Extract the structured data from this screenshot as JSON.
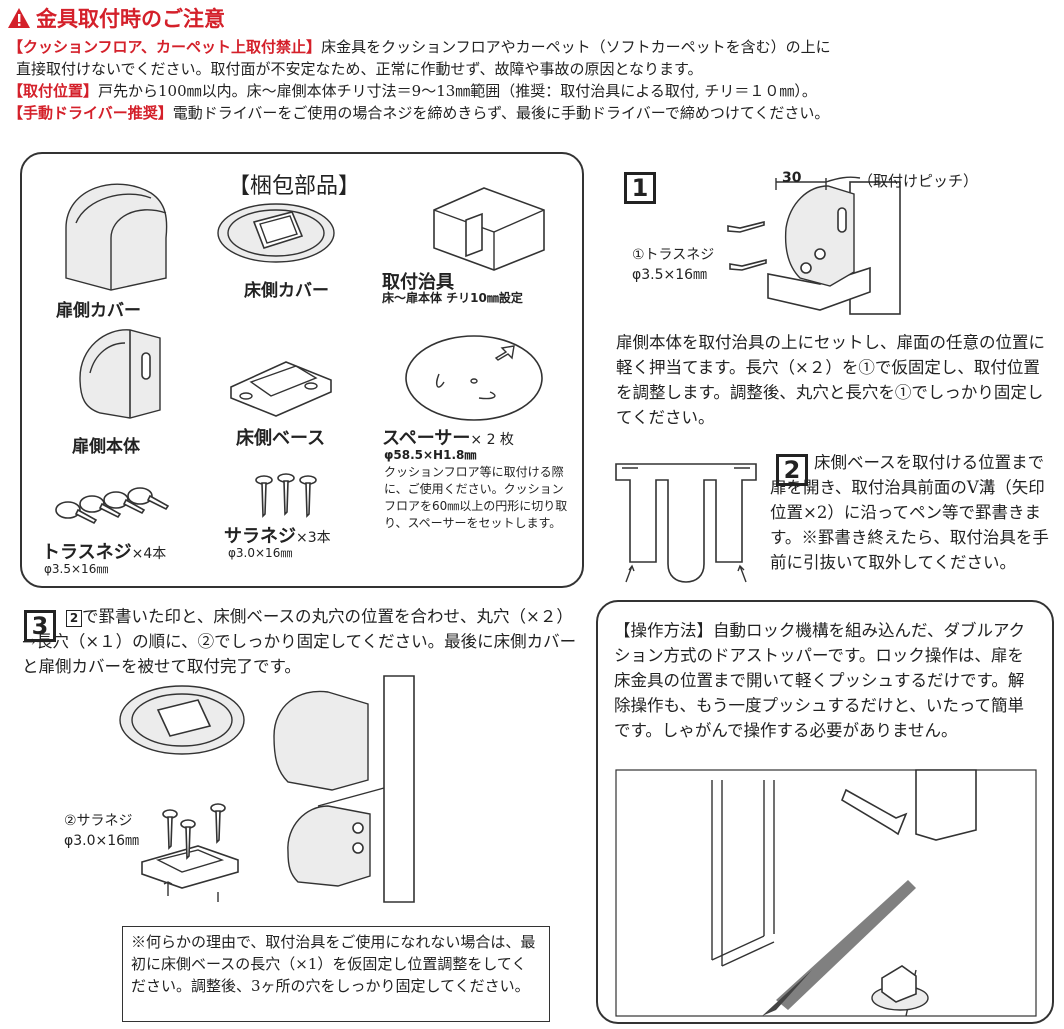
{
  "header": {
    "title": "金具取付時のご注意",
    "notices": [
      {
        "tag": "【クッションフロア、カーペット上取付禁止】",
        "text": "床金具をクッションフロアやカーペット（ソフトカーペットを含む）の上に"
      },
      {
        "tag": "",
        "text": "直接取付けないでください。取付面が不安定なため、正常に作動せず、故障や事故の原因となります。"
      },
      {
        "tag": "【取付位置】",
        "text": "戸先から100㎜以内。床～扉側本体チリ寸法＝9～13㎜範囲（推奨：取付治具による取付, チリ＝１０㎜）。"
      },
      {
        "tag": "【手動ドライバー推奨】",
        "text": "電動ドライバーをご使用の場合ネジを締めきらず、最後に手動ドライバーで締めつけてください。"
      }
    ]
  },
  "parts": {
    "heading": "【梱包部品】",
    "door_cover": "扉側カバー",
    "floor_cover": "床側カバー",
    "jig": "取付治具",
    "jig_note": "床～扉本体 チリ10㎜設定",
    "door_body": "扉側本体",
    "floor_base": "床側ベース",
    "spacer": "スペーサー",
    "spacer_qty": "× 2 枚",
    "spacer_size": "φ58.5×H1.8㎜",
    "spacer_note": "クッションフロア等に取付ける際に、ご使用ください。クッションフロアを60㎜以上の円形に切り取り、スペーサーをセットします。",
    "truss_screw": "トラスネジ",
    "truss_qty": "×4本",
    "truss_size": "φ3.5×16㎜",
    "pan_screw": "サラネジ",
    "pan_qty": "×3本",
    "pan_size": "φ3.0×16㎜"
  },
  "step1": {
    "num": "1",
    "pitch_value": "30",
    "pitch_label": "（取付けピッチ）",
    "screw_label": "①トラスネジ",
    "screw_size": "φ3.5×16㎜",
    "text": "扉側本体を取付治具の上にセットし、扉面の任意の位置に軽く押当てます。長穴（×２）を①で仮固定し、取付位置を調整します。調整後、丸穴と長穴を①でしっかり固定してください。"
  },
  "step2": {
    "num": "2",
    "text": "床側ベースを取付ける位置まで扉を開き、取付治具前面のV溝（矢印位置×2）に沿ってペン等で罫書きます。※罫書き終えたら、取付治具を手前に引抜いて取外してください。"
  },
  "step3": {
    "num": "3",
    "ref": "2",
    "text": "で罫書いた印と、床側ベースの丸穴の位置を合わせ、丸穴（×２）→長穴（×１）の順に、②でしっかり固定してください。最後に床側カバーと扉側カバーを被せて取付完了です。",
    "screw_label": "②サラネジ",
    "screw_size": "φ3.0×16㎜",
    "note": "※何らかの理由で、取付治具をご使用になれない場合は、最初に床側ベースの長穴（×1）を仮固定し位置調整をしてください。調整後、3ヶ所の穴をしっかり固定してください。"
  },
  "operation": {
    "tag": "【操作方法】",
    "text": "自動ロック機構を組み込んだ、ダブルアクション方式のドアストッパーです。ロック操作は、扉を床金具の位置まで開いて軽くプッシュするだけです。解除操作も、もう一度プッシュするだけと、いたって簡単です。しゃがんで操作する必要がありません。"
  },
  "colors": {
    "accent_red": "#d4202a",
    "text": "#222222",
    "line": "#333333"
  }
}
